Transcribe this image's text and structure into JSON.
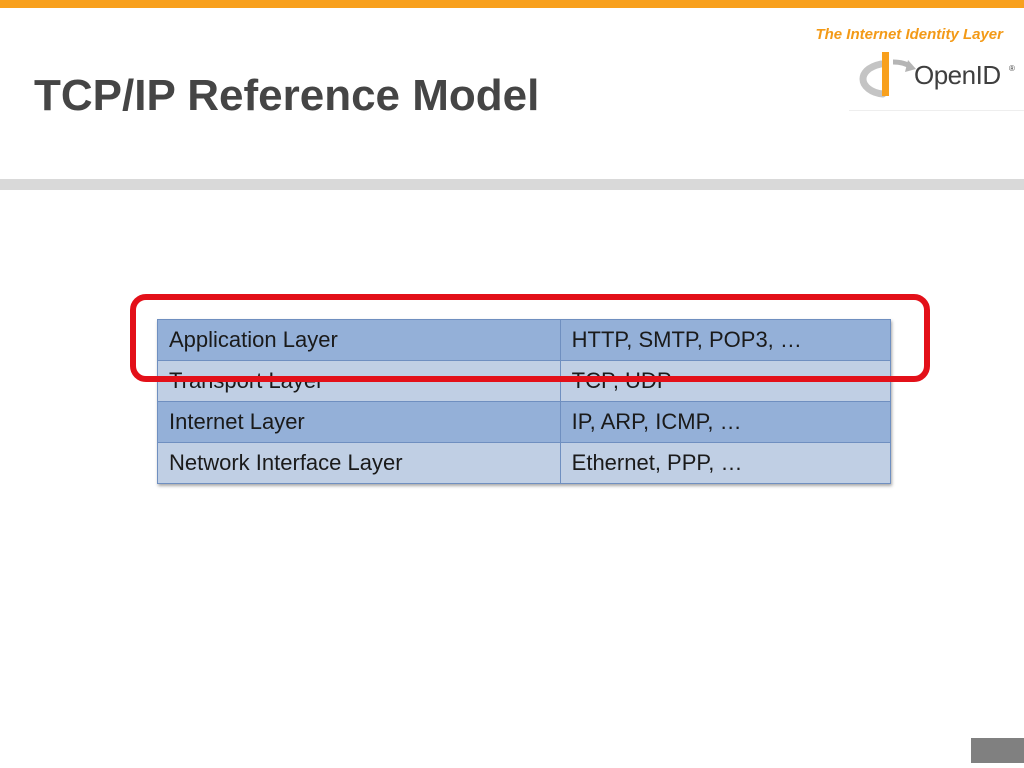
{
  "header": {
    "tagline": "The Internet Identity Layer",
    "logo_text": "OpenID",
    "logo_reg": "®"
  },
  "slide": {
    "title": "TCP/IP Reference Model"
  },
  "table": {
    "rows": [
      {
        "layer": "Application Layer",
        "protocols": "HTTP, SMTP, POP3, …"
      },
      {
        "layer": "Transport Layer",
        "protocols": "TCP, UDP"
      },
      {
        "layer": "Internet Layer",
        "protocols": "IP, ARP, ICMP, …"
      },
      {
        "layer": "Network Interface Layer",
        "protocols": "Ethernet, PPP, …"
      }
    ]
  },
  "colors": {
    "accent_orange": "#f8a01d",
    "title_gray": "#454545",
    "row_dark": "#94b0d8",
    "row_light": "#c0cfe4",
    "highlight_red": "#e31019"
  }
}
